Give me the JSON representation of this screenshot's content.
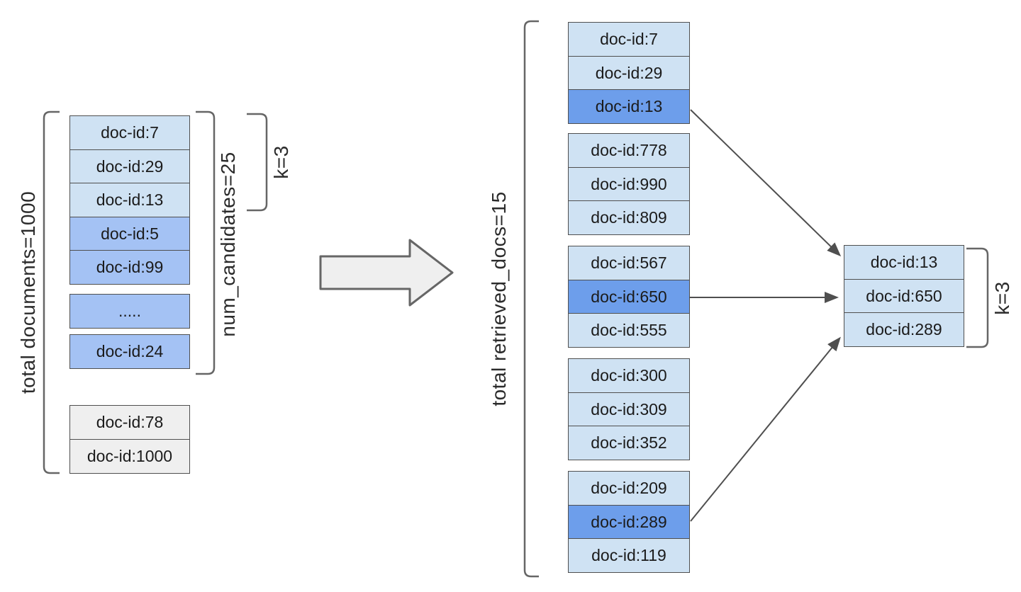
{
  "diagram": {
    "description_colors": {
      "light_blue": "#cfe2f3",
      "medium_blue": "#a4c2f4",
      "highlight_blue": "#6d9eeb",
      "gray_box": "#efefef",
      "border": "#4f4f4f",
      "line": "#5a5a5a",
      "big_arrow_fill": "#efefef"
    },
    "left": {
      "bracket_label": "total documents=1000",
      "candidates_bracket_label": "num_candidates=25",
      "k_bracket_label": "k=3",
      "stack": [
        "doc-id:7",
        "doc-id:29",
        "doc-id:13",
        "doc-id:5",
        "doc-id:99",
        ".....",
        "doc-id:24"
      ],
      "others": [
        "doc-id:78",
        "doc-id:1000"
      ]
    },
    "right": {
      "bracket_label": "total retrieved_docs=15",
      "groups": [
        [
          "doc-id:7",
          "doc-id:29",
          "doc-id:13"
        ],
        [
          "doc-id:778",
          "doc-id:990",
          "doc-id:809"
        ],
        [
          "doc-id:567",
          "doc-id:650",
          "doc-id:555"
        ],
        [
          "doc-id:300",
          "doc-id:309",
          "doc-id:352"
        ],
        [
          "doc-id:209",
          "doc-id:289",
          "doc-id:119"
        ]
      ]
    },
    "result": {
      "k_bracket_label": "k=3",
      "items": [
        "doc-id:13",
        "doc-id:650",
        "doc-id:289"
      ]
    }
  }
}
